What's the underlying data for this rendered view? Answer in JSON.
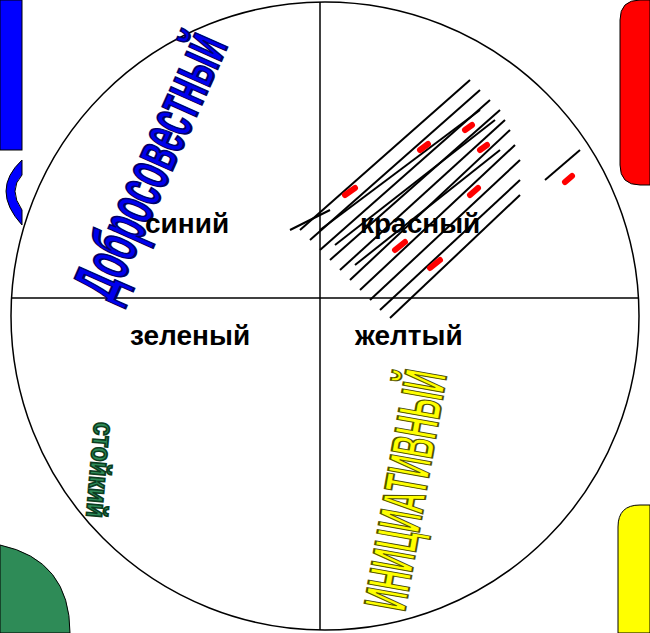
{
  "diagram": {
    "labels": [
      "Добросовестный",
      "синий",
      "красный",
      "зеленый",
      "желтый",
      "стойкий",
      "ИНИЦИАТИВНЫЙ"
    ]
  }
}
